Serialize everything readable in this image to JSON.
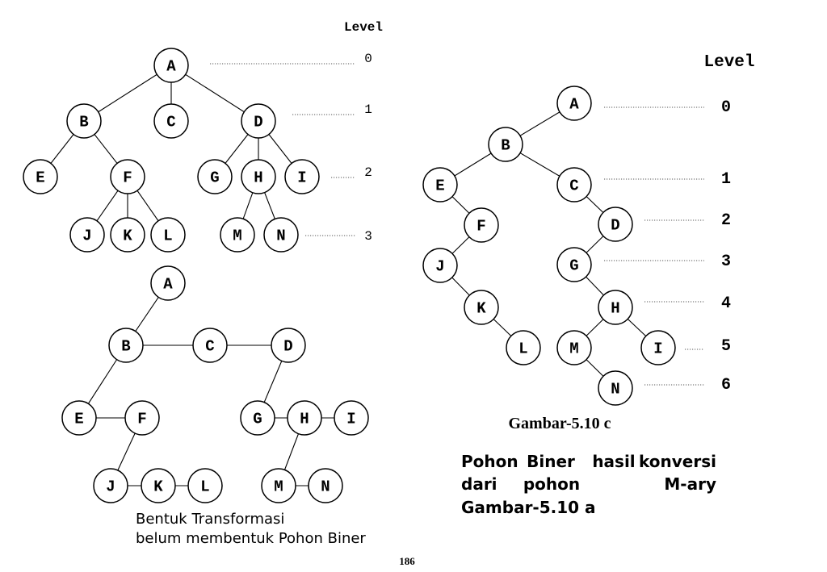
{
  "tree_a": {
    "level_heading": "Level",
    "level_numbers": [
      "0",
      "1",
      "2",
      "3"
    ],
    "nodes": [
      "A",
      "B",
      "C",
      "D",
      "E",
      "F",
      "G",
      "H",
      "I",
      "J",
      "K",
      "L",
      "M",
      "N"
    ],
    "edges": [
      [
        "A",
        "B"
      ],
      [
        "A",
        "C"
      ],
      [
        "A",
        "D"
      ],
      [
        "B",
        "E"
      ],
      [
        "B",
        "F"
      ],
      [
        "D",
        "G"
      ],
      [
        "D",
        "H"
      ],
      [
        "D",
        "I"
      ],
      [
        "F",
        "J"
      ],
      [
        "F",
        "K"
      ],
      [
        "F",
        "L"
      ],
      [
        "H",
        "M"
      ],
      [
        "H",
        "N"
      ]
    ]
  },
  "tree_b": {
    "nodes": [
      "A",
      "B",
      "C",
      "D",
      "E",
      "F",
      "G",
      "H",
      "I",
      "J",
      "K",
      "L",
      "M",
      "N"
    ],
    "edges": [
      [
        "A",
        "B"
      ],
      [
        "B",
        "C"
      ],
      [
        "C",
        "D"
      ],
      [
        "B",
        "E"
      ],
      [
        "E",
        "F"
      ],
      [
        "D",
        "G"
      ],
      [
        "G",
        "H"
      ],
      [
        "H",
        "I"
      ],
      [
        "F",
        "J"
      ],
      [
        "J",
        "K"
      ],
      [
        "K",
        "L"
      ],
      [
        "H",
        "M"
      ],
      [
        "M",
        "N"
      ]
    ],
    "caption_line1": "Bentuk Transformasi",
    "caption_line2": "belum membentuk Pohon Biner"
  },
  "tree_c": {
    "level_heading": "Level",
    "level_numbers": [
      "0",
      "1",
      "2",
      "3",
      "4",
      "5",
      "6"
    ],
    "nodes": [
      "A",
      "B",
      "C",
      "D",
      "E",
      "F",
      "G",
      "H",
      "I",
      "J",
      "K",
      "L",
      "M",
      "N"
    ],
    "edges": [
      [
        "A",
        "B"
      ],
      [
        "B",
        "E"
      ],
      [
        "B",
        "C"
      ],
      [
        "E",
        "F"
      ],
      [
        "F",
        "J"
      ],
      [
        "J",
        "K"
      ],
      [
        "K",
        "L"
      ],
      [
        "C",
        "D"
      ],
      [
        "D",
        "G"
      ],
      [
        "G",
        "H"
      ],
      [
        "H",
        "M"
      ],
      [
        "H",
        "I"
      ],
      [
        "M",
        "N"
      ]
    ],
    "figure_label": "Gambar-5.10 c",
    "description": {
      "line1": [
        "Pohon",
        "Biner",
        "hasil",
        "konversi"
      ],
      "line2": [
        "dari",
        "pohon",
        "M-ary"
      ],
      "line3": "Gambar-5.10 a"
    }
  },
  "page_number": "186"
}
